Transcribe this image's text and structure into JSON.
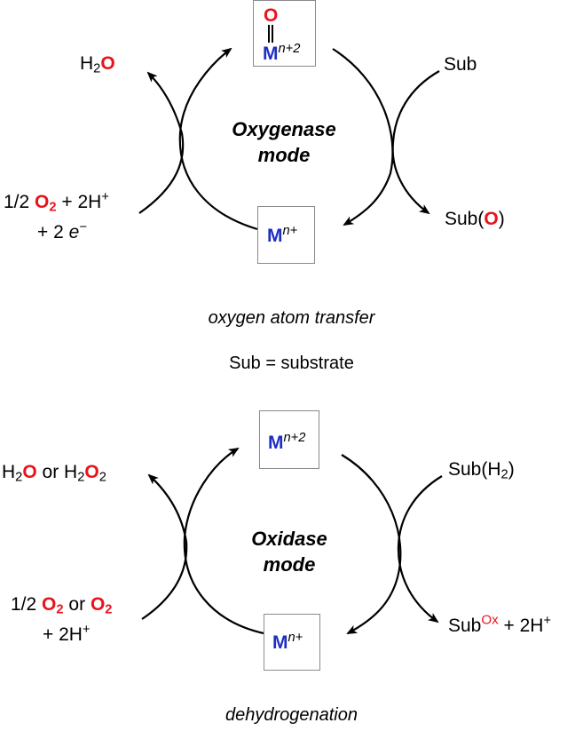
{
  "top_cycle": {
    "mode_line1": "Oxygenase",
    "mode_line2": "mode",
    "top_metal": "M",
    "top_metal_ox": "n+2",
    "top_oxo": "O",
    "bottom_metal": "M",
    "bottom_metal_ox": "n+",
    "product_left_prefix": "H",
    "product_left_sub": "2",
    "product_left_o": "O",
    "reagent_frac": "1/2",
    "reagent_o": "O",
    "reagent_o_sub": "2",
    "reagent_h": "+ 2H",
    "reagent_h_sup": "+",
    "reagent_e_prefix": "+ 2",
    "reagent_e": "e",
    "reagent_e_sup": "−",
    "substrate": "Sub",
    "product_right_prefix": "Sub(",
    "product_right_o": "O",
    "product_right_suffix": ")"
  },
  "captions": {
    "top": "oxygen atom transfer",
    "definition": "Sub = substrate",
    "bottom": "dehydrogenation"
  },
  "bottom_cycle": {
    "mode_line1": "Oxidase",
    "mode_line2": "mode",
    "top_metal": "M",
    "top_metal_ox": "n+2",
    "bottom_metal": "M",
    "bottom_metal_ox": "n+",
    "product_left_h1": "H",
    "product_left_h1_sub": "2",
    "product_left_o1": "O",
    "product_left_or": "or H",
    "product_left_h2_sub": "2",
    "product_left_o2": "O",
    "product_left_o2_sub": "2",
    "reagent_frac": "1/2",
    "reagent_o1": "O",
    "reagent_o1_sub": "2",
    "reagent_or": "or",
    "reagent_o2": "O",
    "reagent_o2_sub": "2",
    "reagent_h": "+ 2H",
    "reagent_h_sup": "+",
    "substrate_prefix": "Sub(H",
    "substrate_sub": "2",
    "substrate_suffix": ")",
    "product_right_prefix": "Sub",
    "product_right_sup": "Ox",
    "product_right_h": "+ 2H",
    "product_right_h_sup": "+"
  },
  "colors": {
    "oxygen": "#e8141b",
    "metal": "#1d2ec4",
    "box_border": "#8a8a8a"
  }
}
